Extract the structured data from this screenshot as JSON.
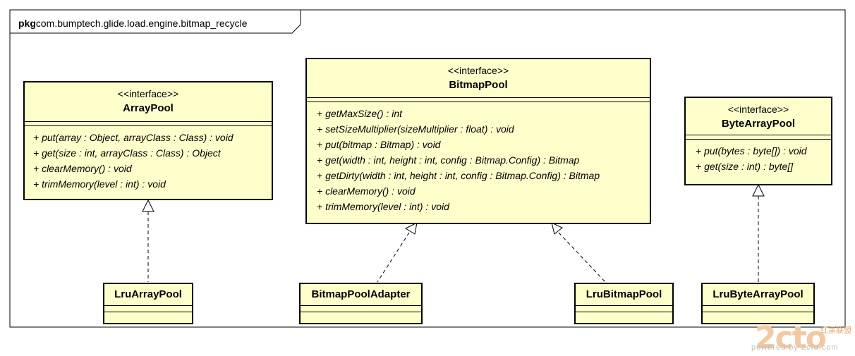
{
  "package": {
    "keyword": "pkg",
    "name": "com.bumptech.glide.load.engine.bitmap_recycle"
  },
  "interfaces": {
    "array_pool": {
      "stereotype": "<<interface>>",
      "name": "ArrayPool",
      "operations": [
        "+ put(array : Object, arrayClass : Class) : void",
        "+ get(size : int, arrayClass : Class) : Object",
        "+ clearMemory() : void",
        "+ trimMemory(level : int) : void"
      ]
    },
    "bitmap_pool": {
      "stereotype": "<<interface>>",
      "name": "BitmapPool",
      "operations": [
        "+ getMaxSize() : int",
        "+ setSizeMultiplier(sizeMultiplier : float) : void",
        "+ put(bitmap : Bitmap) : void",
        "+ get(width : int, height : int, config : Bitmap.Config) : Bitmap",
        "+ getDirty(width : int, height : int, config : Bitmap.Config) : Bitmap",
        "+ clearMemory() : void",
        "+ trimMemory(level : int) : void"
      ]
    },
    "byte_array_pool": {
      "stereotype": "<<interface>>",
      "name": "ByteArrayPool",
      "operations": [
        "+ put(bytes : byte[]) : void",
        "+ get(size : int) : byte[]"
      ]
    }
  },
  "classes": {
    "lru_array_pool": "LruArrayPool",
    "bitmap_pool_adapter": "BitmapPoolAdapter",
    "lru_bitmap_pool": "LruBitmapPool",
    "lru_byte_array_pool": "LruByteArrayPool"
  },
  "watermark": {
    "logo": "2cto",
    "sub": "红黑联盟",
    "foot": "powered by 2cto.com"
  }
}
